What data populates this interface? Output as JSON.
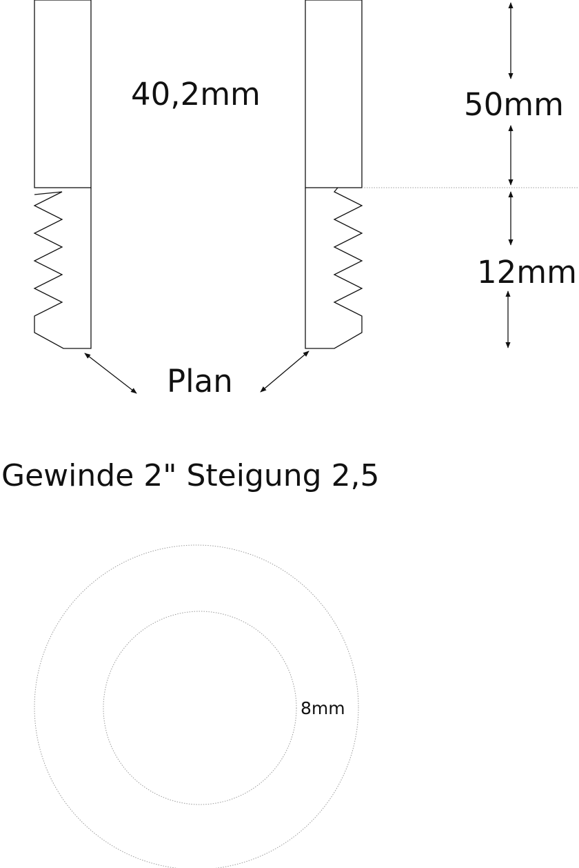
{
  "labels": {
    "inner_diameter": "40,2mm",
    "upper_height": "50mm",
    "thread_height": "12mm",
    "plan": "Plan",
    "thread_spec": "Gewinde 2\"  Steigung 2,5",
    "wall": "8mm"
  },
  "colors": {
    "line": "#111111",
    "dotted": "#9a9a9a",
    "background": "#ffffff"
  }
}
